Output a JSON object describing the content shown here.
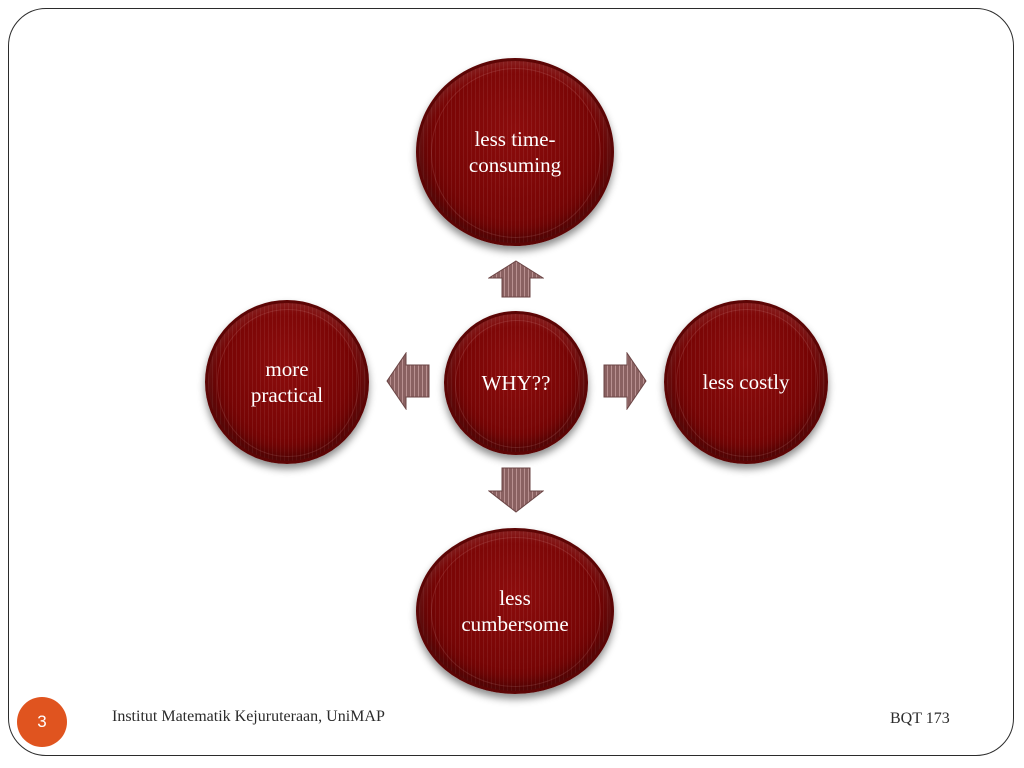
{
  "diagram": {
    "center": "WHY??",
    "top": "less time-consuming",
    "top_lines": [
      "less time-",
      "consuming"
    ],
    "right": "less costly",
    "bottom_lines": [
      "less",
      "cumbersome"
    ],
    "left_lines": [
      "more",
      "practical"
    ]
  },
  "footer": {
    "page_number": "3",
    "institution": "Institut Matematik Kejuruteraan, UniMAP",
    "course_code": "BQT 173"
  },
  "colors": {
    "node_fill": "#780505",
    "arrow_fill": "#8a6161",
    "badge": "#e0541f"
  },
  "icons": [
    "arrow-up-icon",
    "arrow-down-icon",
    "arrow-left-icon",
    "arrow-right-icon"
  ]
}
